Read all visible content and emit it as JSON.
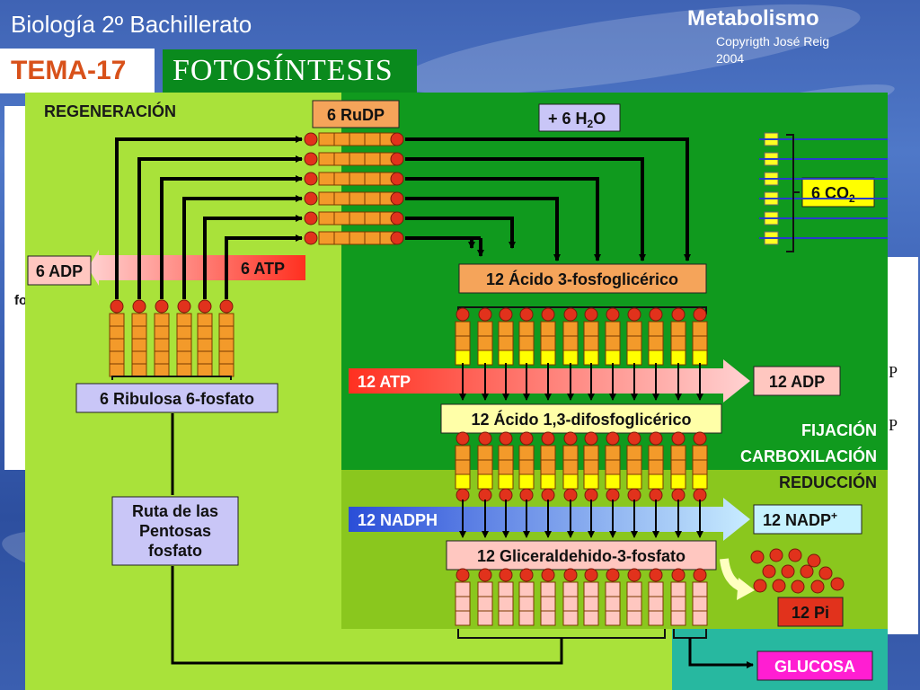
{
  "header": {
    "course": "Biología 2º Bachillerato",
    "unit": "Metabolismo",
    "copyright": "Copyrigth José Reig 2004",
    "tema": "TEMA-17",
    "topic": "FOTOSÍNTESIS"
  },
  "background_fragments": {
    "left_cut": "fo",
    "right_cut_1": "P",
    "right_cut_2": "P"
  },
  "diagram": {
    "regeneration_label": "REGENERACIÓN",
    "rudp_label": "6 RuDP",
    "water_label": "+ 6 H2O",
    "water_prefix": "+ 6 H",
    "water_subscript": "2",
    "water_suffix": "O",
    "co2_label": "6 CO2",
    "co2_prefix": "6 CO",
    "co2_subscript": "2",
    "adp_left": "6 ADP",
    "atp_left": "6 ATP",
    "pga_label": "12 Ácido 3-fosfoglicérico",
    "atp_mid": "12 ATP",
    "adp_mid": "12 ADP",
    "dpga_label": "12 Ácido 1,3-difosfoglicérico",
    "fixation_label": "FIJACIÓN",
    "carboxylation_label": "CARBOXILACIÓN",
    "reduction_label": "REDUCCIÓN",
    "nadph_label": "12 NADPH",
    "nadp_label": "12 NADP+",
    "nadp_prefix": "12 NADP",
    "nadp_superscript": "+",
    "g3p_label": "12 Gliceraldehido-3-fosfato",
    "pi_label": "12 Pi",
    "ru5p_label": "6 Ribulosa 6-fosfato",
    "pentose_label_1": "Ruta de las",
    "pentose_label_2": "Pentosas",
    "pentose_label_3": "fosfato",
    "glucose_label": "GLUCOSA"
  },
  "colors": {
    "light_green": "#a9e23a",
    "dark_green": "#109a1e",
    "mid_green": "#8ac71e",
    "carbon_orange": "#f39a2a",
    "phosphate_red": "#e1321c",
    "label_orange": "#f5a45a",
    "label_yellow": "#ffff00",
    "label_lavender": "#c9c6f7",
    "glucose_magenta": "#ff1ed2",
    "co2_yellow": "#ffff22",
    "arrow_blue": "#2a3bcc"
  },
  "icons": {
    "phosphate": "red-circle",
    "carbon": "orange-square",
    "water_molecule": "yellow-square"
  }
}
